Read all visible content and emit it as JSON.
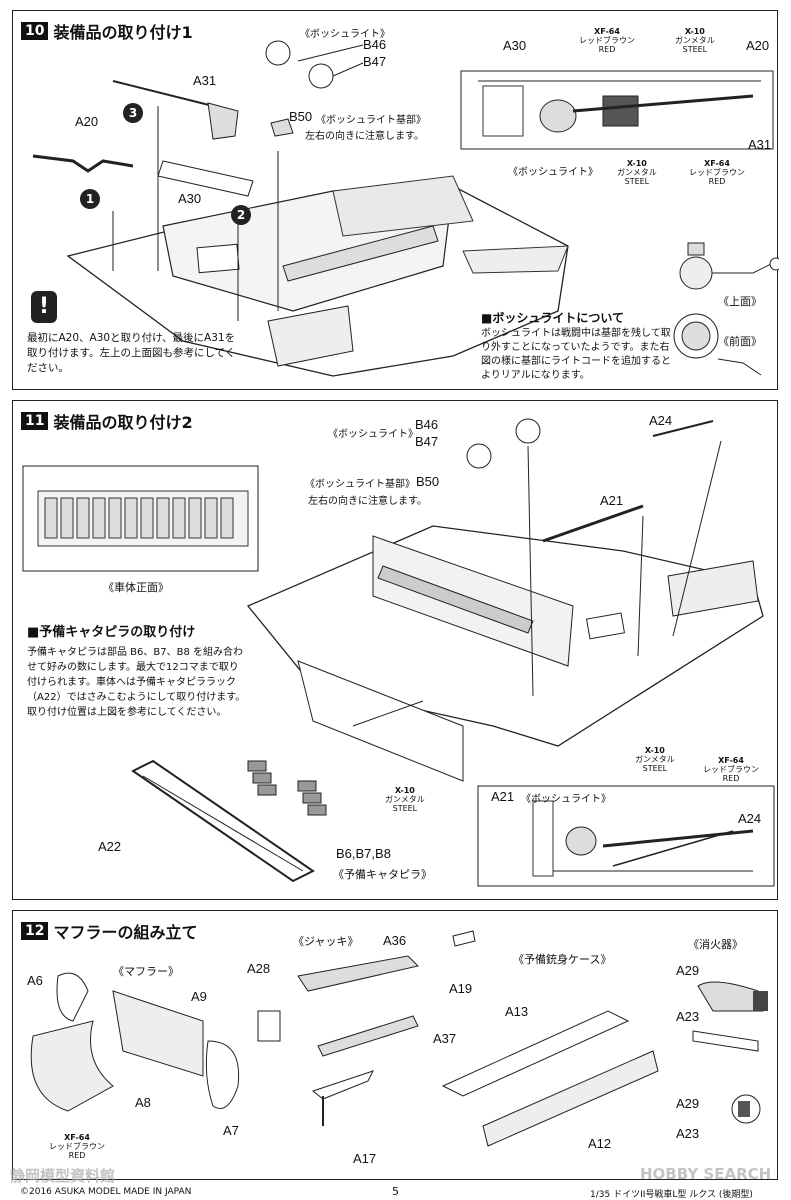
{
  "step10": {
    "number": "10",
    "title": "装備品の取り付け1",
    "labels": {
      "bosch_light": "《ボッシュライト》",
      "b46": "B46",
      "b47": "B47",
      "b50": "B50",
      "b50_note": "《ボッシュライト基部》",
      "orient_note": "左右の向きに注意します。",
      "a31": "A31",
      "a20": "A20",
      "a30": "A30"
    },
    "steps": [
      "3",
      "1",
      "2"
    ],
    "caution_text": "最初にA20、A30と取り付け、最後にA31を取り付けます。左上の上面図も参考にしてください。",
    "inset": {
      "a30": "A30",
      "a20": "A20",
      "a31": "A31",
      "paint_top_1": {
        "code": "XF-64",
        "name": "レッドブラウン",
        "en": "RED"
      },
      "paint_top_2": {
        "code": "X-10",
        "name": "ガンメタル",
        "en": "STEEL"
      },
      "bosch": "《ボッシュライト》",
      "paint_bot_1": {
        "code": "X-10",
        "name": "ガンメタル",
        "en": "STEEL"
      },
      "paint_bot_2": {
        "code": "XF-64",
        "name": "レッドブラウン",
        "en": "RED"
      }
    },
    "top_view": "《上面》",
    "front_view": "《前面》",
    "about_title": "■ボッシュライトについて",
    "about_text": "ボッシュライトは戦闘中は基部を残して取り外すことになっていたようです。また右図の様に基部にライトコードを追加するとよりリアルになります。"
  },
  "step11": {
    "number": "11",
    "title": "装備品の取り付け2",
    "labels": {
      "bosch_light": "《ボッシュライト》",
      "b46": "B46",
      "b47": "B47",
      "b50_note": "《ボッシュライト基部》",
      "b50": "B50",
      "orient_note": "左右の向きに注意します。",
      "a24": "A24",
      "a21": "A21",
      "a22": "A22"
    },
    "front_view": "《車体正面》",
    "spare_title": "■予備キャタピラの取り付け",
    "spare_text": "予備キャタピラは部品 B6、B7、B8 を組み合わせて好みの数にします。最大で12コマまで取り付けられます。車体へは予備キャタピララック（A22）ではさみこむようにして取り付けます。取り付け位置は上図を参考にしてください。",
    "track_paint": {
      "code": "X-10",
      "name": "ガンメタル",
      "en": "STEEL"
    },
    "track_parts": "B6,B7,B8",
    "track_name": "《予備キャタピラ》",
    "inset": {
      "paint_1": {
        "code": "X-10",
        "name": "ガンメタル",
        "en": "STEEL"
      },
      "paint_2": {
        "code": "XF-64",
        "name": "レッドブラウン",
        "en": "RED"
      },
      "a21": "A21",
      "bosch": "《ボッシュライト》",
      "a24": "A24"
    }
  },
  "step12": {
    "number": "12",
    "title": "マフラーの組み立て",
    "muffler": "《マフラー》",
    "jack": "《ジャッキ》",
    "barrel_case": "《予備銃身ケース》",
    "extinguisher": "《消火器》",
    "parts": {
      "a6": "A6",
      "a9": "A9",
      "a8": "A8",
      "a7": "A7",
      "a28": "A28",
      "a36": "A36",
      "a19": "A19",
      "a37": "A37",
      "a17": "A17",
      "a13": "A13",
      "a12": "A12",
      "a29": "A29",
      "a23": "A23",
      "a29b": "A29",
      "a23b": "A23"
    },
    "paint": {
      "code": "XF-64",
      "name": "レッドブラウン",
      "en": "RED"
    }
  },
  "footer": {
    "copyright": "©2016 ASUKA MODEL   MADE IN JAPAN",
    "page": "5",
    "product": "1/35 ドイツII号戦車L型 ルクス (後期型)",
    "watermark_left": "静岡模型資料館",
    "watermark_right": "HOBBY SEARCH"
  }
}
